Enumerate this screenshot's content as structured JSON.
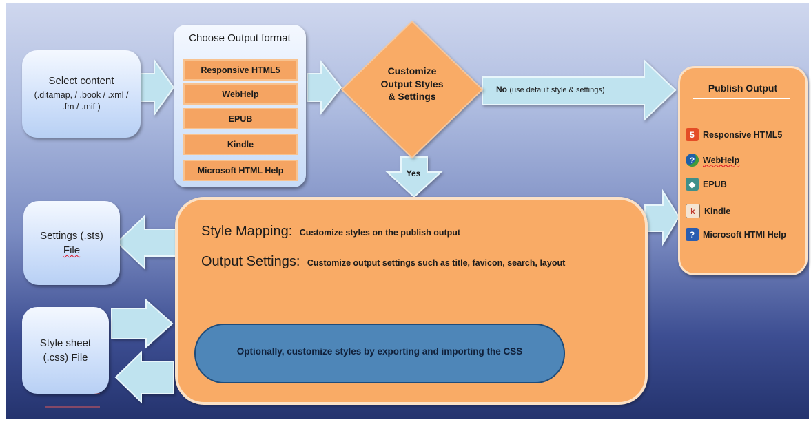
{
  "select_content": {
    "title": "Select content",
    "formats": "(.ditamap, / .book / .xml / .fm / .mif )"
  },
  "choose_output": {
    "title": "Choose Output format",
    "formats": [
      "Responsive  HTML5",
      "WebHelp",
      "EPUB",
      "Kindle",
      "Microsoft  HTML  Help"
    ]
  },
  "decision": {
    "label": "Customize Output Styles & Settings"
  },
  "no_branch": {
    "label": "No",
    "note": "(use default style & settings)"
  },
  "yes_branch": {
    "label": "Yes"
  },
  "publish_output": {
    "title": "Publish Output",
    "items": [
      {
        "label": "Responsive  HTML5",
        "icon": "html5-icon"
      },
      {
        "label": "WebHelp",
        "icon": "webhelp-icon"
      },
      {
        "label": "EPUB",
        "icon": "epub-icon"
      },
      {
        "label": "Kindle",
        "icon": "kindle-icon"
      },
      {
        "label": "Microsoft  HTMl  Help",
        "icon": "html-help-icon"
      }
    ]
  },
  "customize": {
    "style_mapping_heading": "Style Mapping:",
    "style_mapping_text": "Customize styles on the publish output",
    "output_settings_heading": "Output Settings:",
    "output_settings_text": "Customize output settings such as title, favicon, search, layout",
    "css_note": "Optionally, customize styles by exporting and importing the CSS"
  },
  "settings_file": {
    "line1": "Settings (.sts)",
    "line2": "File"
  },
  "stylesheet_file": {
    "line1": "Style sheet",
    "line2": "(.css) File"
  },
  "colors": {
    "orange": "#f9ab66",
    "arrow": "#bfe3ef",
    "blue_pill": "#4e86b8"
  }
}
